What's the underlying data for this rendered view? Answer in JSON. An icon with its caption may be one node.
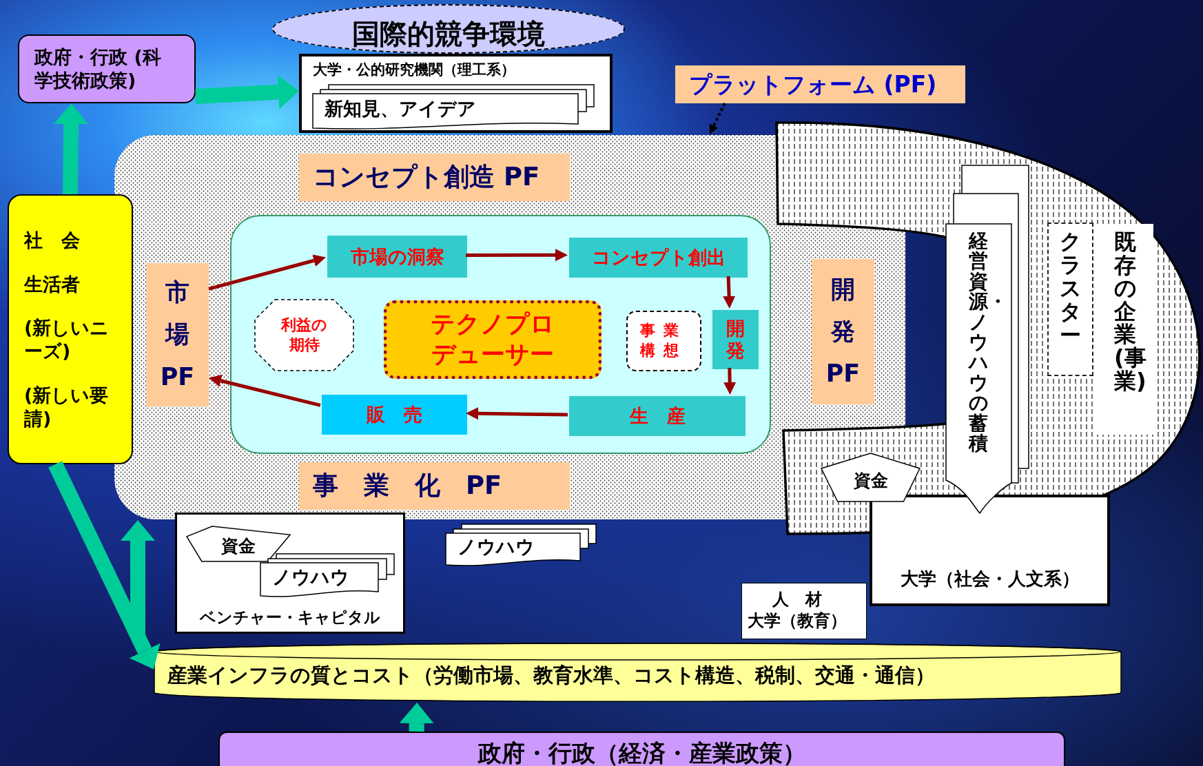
{
  "diagram": {
    "nodes": [
      {
        "text": [
          "国際的競争環境"
        ]
      },
      {
        "text": [
          "政府・行政 (科学技術政策)"
        ]
      },
      {
        "text": [
          "大学・公的研究機関（理工系）"
        ]
      },
      {
        "text": [
          "新知見、アイデア"
        ],
        "in": 2
      },
      {
        "text": [
          "プラットフォーム (PF)"
        ]
      },
      {
        "text": [],
        "shape": "box"
      },
      {
        "text": [
          "コンセプト創造 PF"
        ],
        "in": 5
      },
      {
        "text": [
          "社　会",
          "生活者",
          "(新しいニーズ)",
          "(新しい要請)"
        ]
      },
      {
        "text": [
          "市場PF"
        ],
        "in": 5
      },
      {
        "text": [],
        "shape": "box",
        "in": 5
      },
      {
        "text": [
          "市場の洞察"
        ],
        "in": 9
      },
      {
        "text": [
          "コンセプト創出"
        ],
        "in": 9
      },
      {
        "text": [
          "利益の期待"
        ],
        "in": 9
      },
      {
        "text": [
          "テクノプロデューサー"
        ],
        "in": 9
      },
      {
        "text": [
          "事業構想"
        ],
        "in": 9
      },
      {
        "text": [
          "開発"
        ],
        "in": 9
      },
      {
        "text": [
          "販　売"
        ],
        "in": 9
      },
      {
        "text": [
          "生　産"
        ],
        "in": 9
      },
      {
        "text": [
          "事　業　化　PF"
        ],
        "in": 5
      },
      {
        "text": [
          "開発PF"
        ],
        "in": 5
      },
      {
        "text": [
          "既存の企業(事業)"
        ]
      },
      {
        "text": [
          "クラスター"
        ],
        "in": 20
      },
      {
        "text": [
          "経営資源・ノウハウの蓄積"
        ],
        "in": 20
      },
      {
        "text": [
          "資金"
        ],
        "in": 20
      },
      {
        "text": [
          "大学（社会・人文系）"
        ]
      },
      {
        "text": [
          "人　材",
          "大学（教育）"
        ]
      },
      {
        "text": [
          "ベンチャー・キャピタル"
        ]
      },
      {
        "text": [
          "資金"
        ],
        "in": 26
      },
      {
        "text": [
          "ノウハウ"
        ],
        "in": 26
      },
      {
        "text": [
          "ノウハウ"
        ]
      },
      {
        "text": [
          "産業インフラの質とコスト（労働市場、教育水準、コスト構造、税制、交通・通信）"
        ]
      },
      {
        "text": [
          "政府・行政（経済・産業政策）"
        ]
      }
    ],
    "edges": [
      {
        "from": 1,
        "to": 2,
        "arrow": "to",
        "style": "thick",
        "color": "#00cc99"
      },
      {
        "from": 7,
        "to": 1,
        "arrow": "to",
        "style": "thick",
        "color": "#00cc99"
      },
      {
        "from": 7,
        "to": 30,
        "arrow": "to",
        "style": "thick",
        "color": "#00cc99"
      },
      {
        "from": null,
        "to": 5,
        "arrow": "to",
        "style": "thick",
        "color": "#00cc99"
      },
      {
        "from": 31,
        "to": 30,
        "arrow": "to",
        "style": "thick",
        "color": "#00cc99"
      },
      {
        "from": 4,
        "to": 5,
        "arrow": "to",
        "style": "dashed",
        "color": "#000000"
      },
      {
        "from": 8,
        "to": 10,
        "arrow": "to"
      },
      {
        "from": 10,
        "to": 11,
        "arrow": "to"
      },
      {
        "from": 11,
        "to": 15,
        "arrow": "to"
      },
      {
        "from": 15,
        "to": 17,
        "arrow": "to"
      },
      {
        "from": 17,
        "to": 16,
        "arrow": "to"
      },
      {
        "from": 16,
        "to": 8,
        "arrow": "to"
      }
    ]
  }
}
